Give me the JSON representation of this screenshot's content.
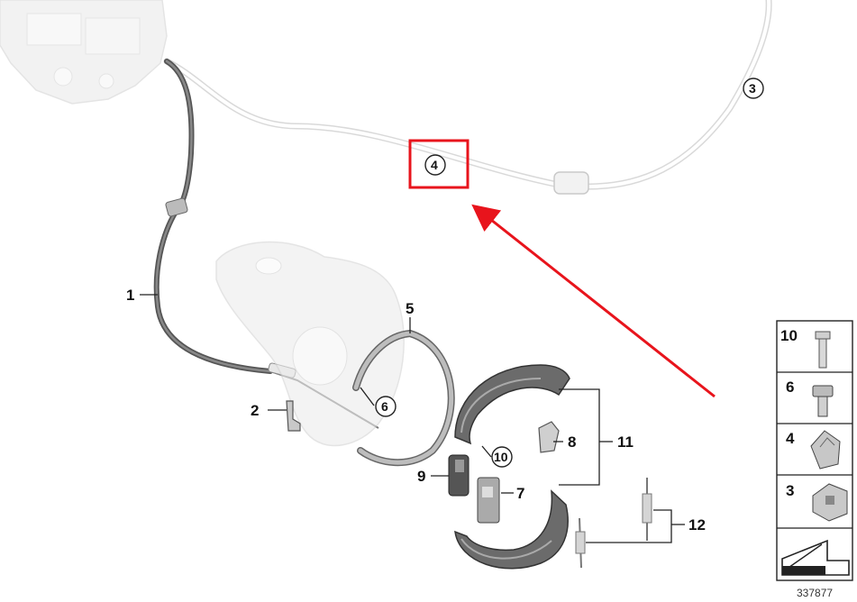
{
  "callouts": [
    {
      "id": "c1",
      "text": "1"
    },
    {
      "id": "c2",
      "text": "2"
    },
    {
      "id": "c3",
      "text": "3"
    },
    {
      "id": "c4",
      "text": "4"
    },
    {
      "id": "c5",
      "text": "5"
    },
    {
      "id": "c6",
      "text": "6"
    },
    {
      "id": "c7",
      "text": "7"
    },
    {
      "id": "c8",
      "text": "8"
    },
    {
      "id": "c9",
      "text": "9"
    },
    {
      "id": "c10",
      "text": "10"
    },
    {
      "id": "c11",
      "text": "11"
    },
    {
      "id": "c12",
      "text": "12"
    }
  ],
  "legend": [
    {
      "number": "10",
      "part": "bolt-icon"
    },
    {
      "number": "6",
      "part": "hex-bolt-icon"
    },
    {
      "number": "4",
      "part": "clip-icon"
    },
    {
      "number": "3",
      "part": "nut-clip-icon"
    }
  ],
  "reference_number": "337877",
  "highlight": {
    "box_color": "#e8141c",
    "arrow_color": "#e8141c"
  }
}
